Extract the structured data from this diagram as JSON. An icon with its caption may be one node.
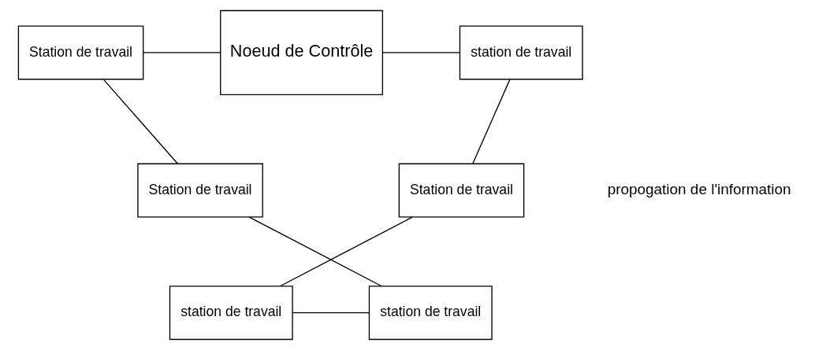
{
  "diagram": {
    "nodes": [
      {
        "text": [
          "Station de travail"
        ]
      },
      {
        "text": [
          "Noeud de Contrôle"
        ]
      },
      {
        "text": [
          "station de travail"
        ]
      },
      {
        "text": [
          "Station de travail"
        ]
      },
      {
        "text": [
          "Station de travail"
        ]
      },
      {
        "text": [
          "station de travail"
        ]
      },
      {
        "text": [
          "station de travail"
        ]
      }
    ],
    "edges": [
      {
        "from": 0,
        "to": 1,
        "arrow": "none"
      },
      {
        "from": 1,
        "to": 2,
        "arrow": "none"
      },
      {
        "from": 2,
        "to": 4,
        "arrow": "none"
      },
      {
        "from": 4,
        "to": 6,
        "arrow": "none"
      },
      {
        "from": 6,
        "to": 5,
        "arrow": "none"
      },
      {
        "from": 5,
        "to": 3,
        "arrow": "none"
      },
      {
        "from": 3,
        "to": 0,
        "arrow": "none"
      }
    ],
    "labels": [
      "propogation de l'information"
    ]
  }
}
